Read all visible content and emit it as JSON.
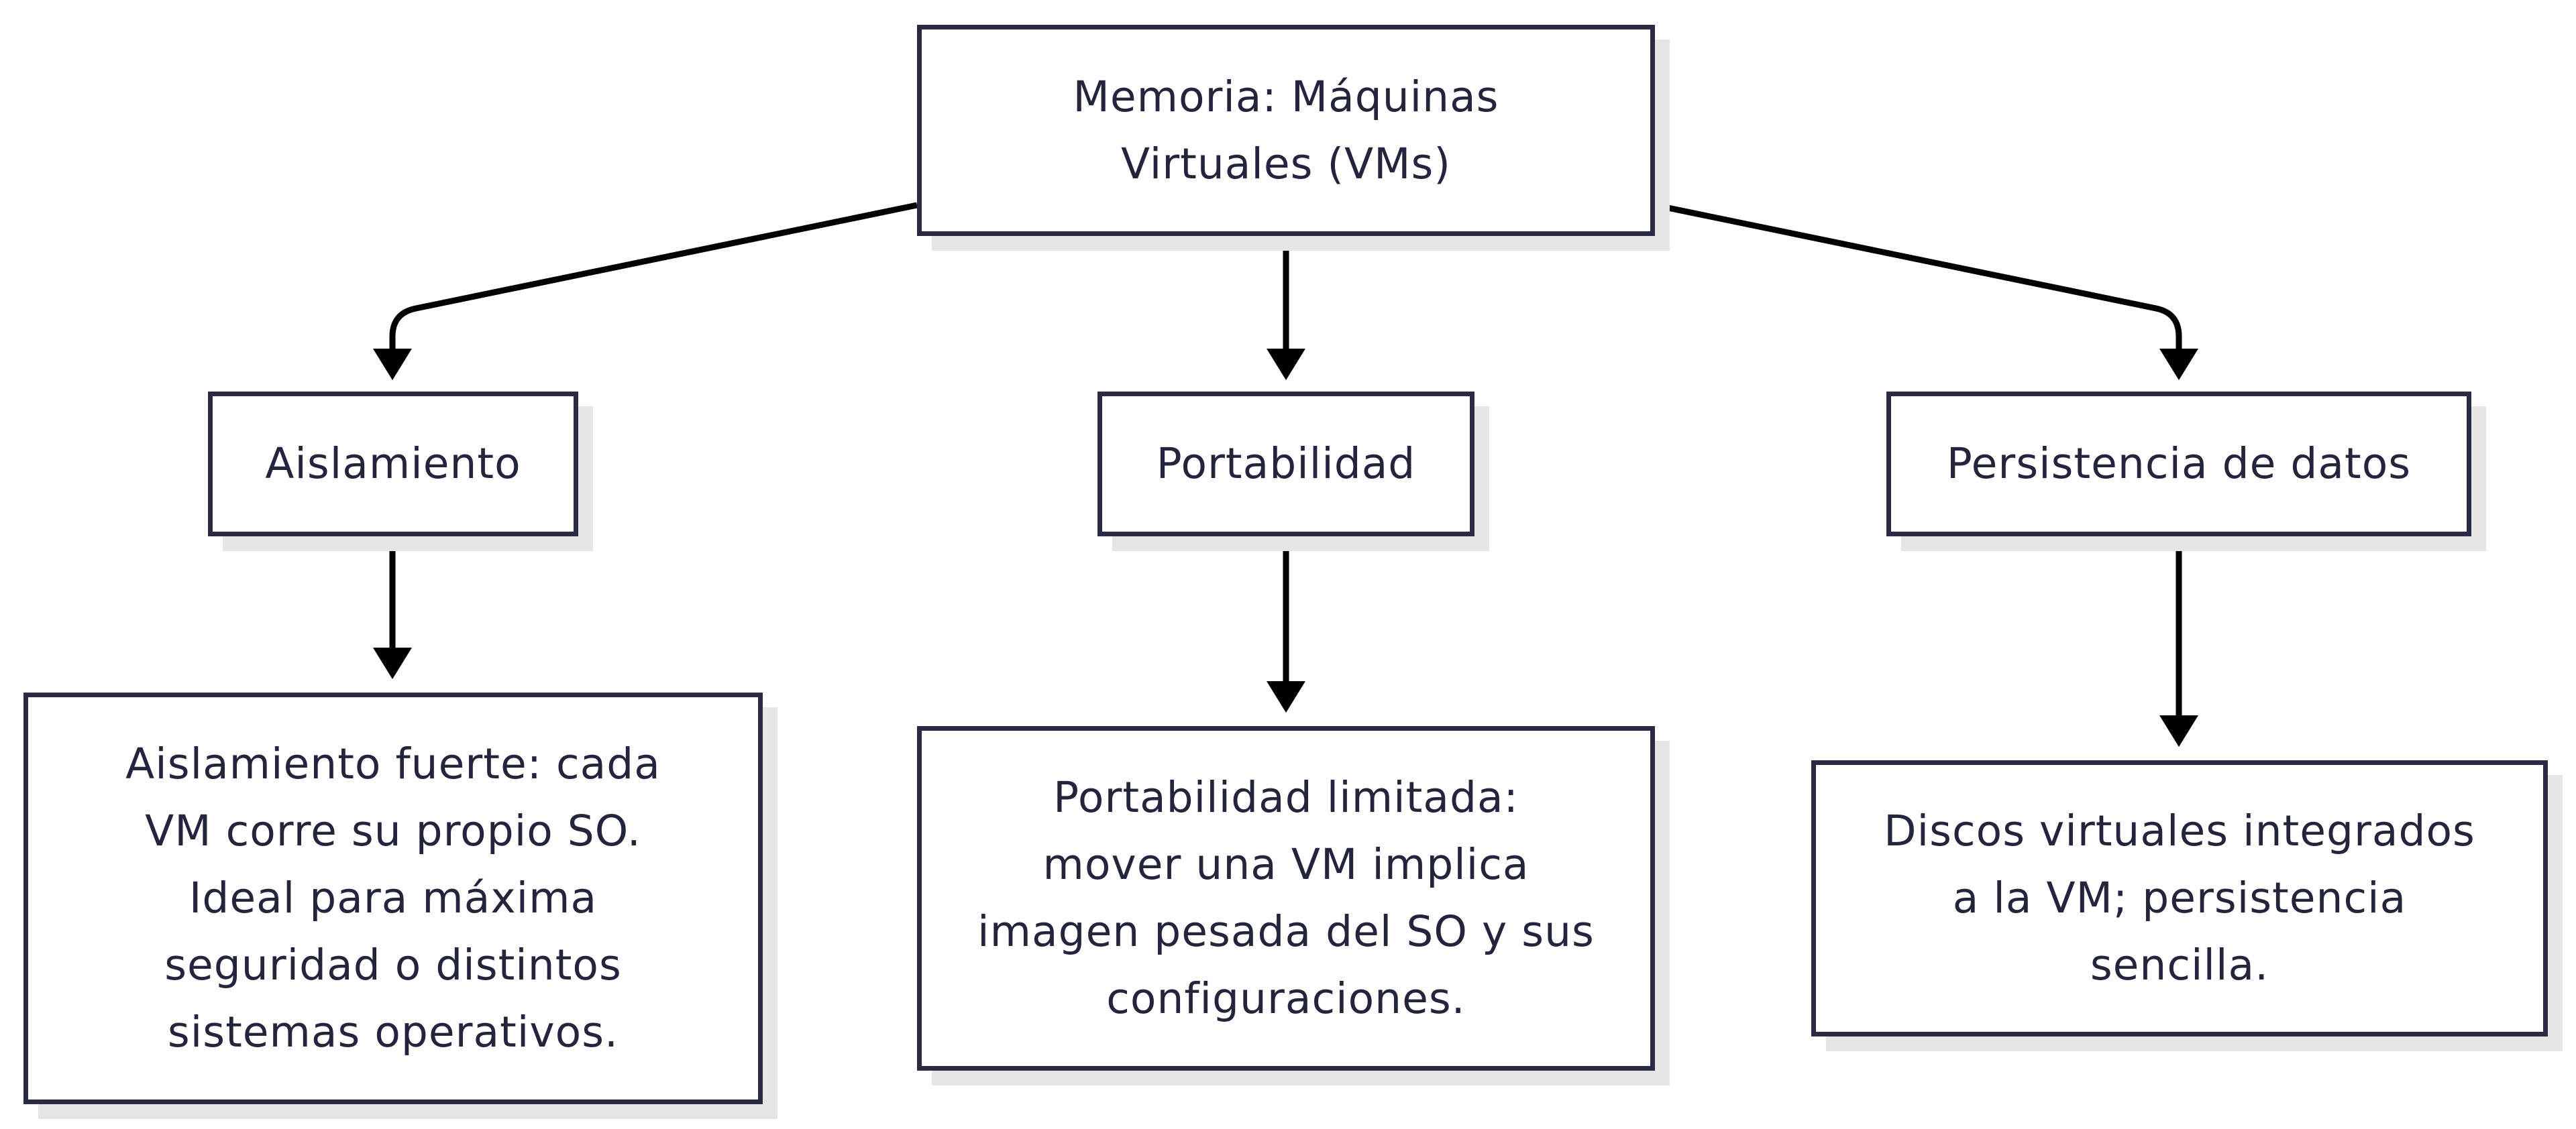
{
  "diagram": {
    "colors": {
      "node_border": "#2b2a44",
      "node_text": "#25243d",
      "node_fill": "#ffffff",
      "node_shadow": "#e6e6e6",
      "edge": "#000000"
    },
    "nodes": {
      "root": "Memoria: Máquinas\nVirtuales (VMs)",
      "aislamiento": "Aislamiento",
      "portabilidad": "Portabilidad",
      "persistencia": "Persistencia de datos",
      "aislamiento_detalle": "Aislamiento fuerte: cada\nVM corre su propio SO.\nIdeal para máxima\nseguridad o distintos\nsistemas operativos.",
      "portabilidad_detalle": "Portabilidad limitada:\nmover una VM implica\nimagen pesada del SO y sus\nconfiguraciones.",
      "persistencia_detalle": "Discos virtuales integrados\na la VM; persistencia\nsencilla."
    },
    "edges": [
      {
        "from": "root",
        "to": "aislamiento"
      },
      {
        "from": "root",
        "to": "portabilidad"
      },
      {
        "from": "root",
        "to": "persistencia"
      },
      {
        "from": "aislamiento",
        "to": "aislamiento_detalle"
      },
      {
        "from": "portabilidad",
        "to": "portabilidad_detalle"
      },
      {
        "from": "persistencia",
        "to": "persistencia_detalle"
      }
    ]
  }
}
